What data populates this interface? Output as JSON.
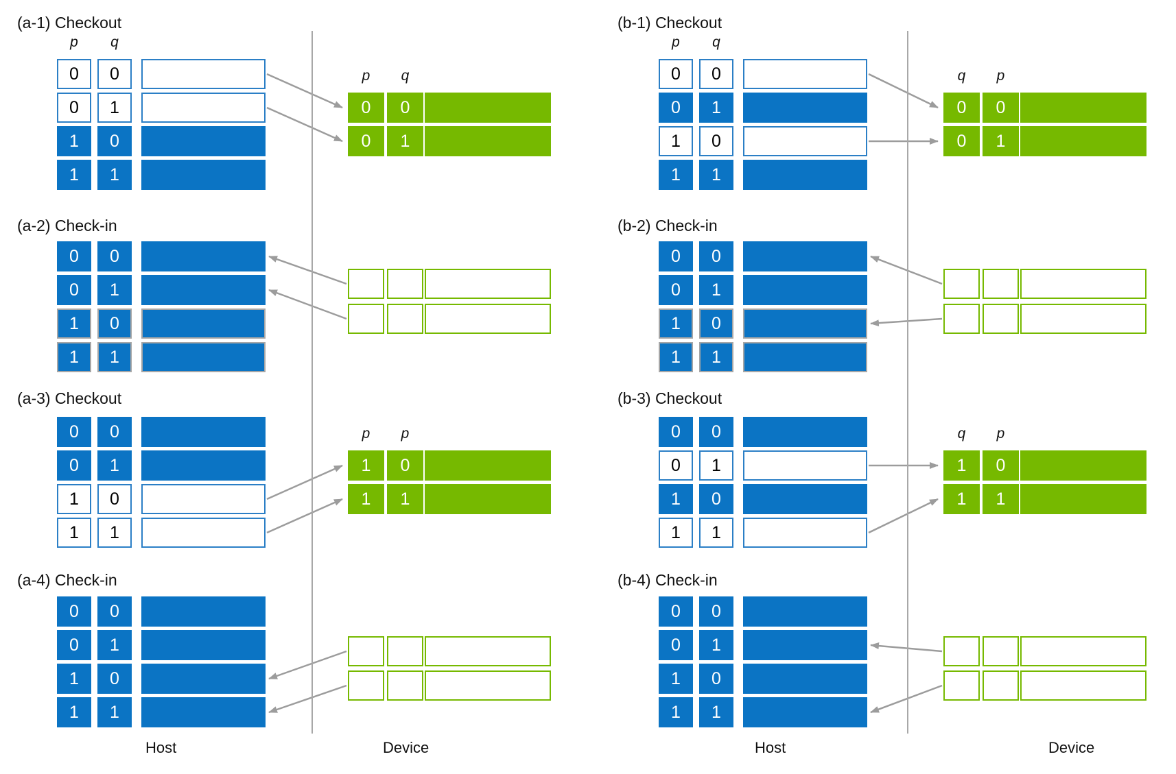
{
  "colors": {
    "blue_fill": "#0b74c4",
    "blue_border": "#2b7fc6",
    "green_fill": "#76b900",
    "green_border": "#76b900",
    "gray_border": "#a6a6a6",
    "arrow": "#9c9c9c",
    "divider": "#a8a8a8",
    "text": "#111111"
  },
  "footer": {
    "host_label": "Host",
    "device_label": "Device"
  },
  "panels": [
    {
      "id": "a-1",
      "half": "a",
      "section": 1,
      "title": "(a-1) Checkout",
      "host_headers": [
        "p",
        "q"
      ],
      "host_rows": [
        {
          "cells": [
            "0",
            "0"
          ],
          "style": "empty"
        },
        {
          "cells": [
            "0",
            "1"
          ],
          "style": "empty"
        },
        {
          "cells": [
            "1",
            "0"
          ],
          "style": "filled"
        },
        {
          "cells": [
            "1",
            "1"
          ],
          "style": "filled"
        }
      ],
      "device_headers": [
        "p",
        "q"
      ],
      "device_rows": [
        {
          "cells": [
            "0",
            "0"
          ],
          "style": "green"
        },
        {
          "cells": [
            "0",
            "1"
          ],
          "style": "green"
        }
      ],
      "arrows": [
        {
          "from": {
            "side": "host",
            "row": 0
          },
          "to": {
            "side": "device",
            "row": 0
          }
        },
        {
          "from": {
            "side": "host",
            "row": 1
          },
          "to": {
            "side": "device",
            "row": 1
          }
        }
      ]
    },
    {
      "id": "a-2",
      "half": "a",
      "section": 2,
      "title": "(a-2) Check-in",
      "host_rows": [
        {
          "cells": [
            "0",
            "0"
          ],
          "style": "filled"
        },
        {
          "cells": [
            "0",
            "1"
          ],
          "style": "filled"
        },
        {
          "cells": [
            "1",
            "0"
          ],
          "style": "filled-gray"
        },
        {
          "cells": [
            "1",
            "1"
          ],
          "style": "filled-gray"
        }
      ],
      "device_rows": [
        {
          "cells": [
            "",
            ""
          ],
          "style": "green-empty"
        },
        {
          "cells": [
            "",
            ""
          ],
          "style": "green-empty"
        }
      ],
      "arrows": [
        {
          "from": {
            "side": "device",
            "row": 0
          },
          "to": {
            "side": "host",
            "row": 0
          }
        },
        {
          "from": {
            "side": "device",
            "row": 1
          },
          "to": {
            "side": "host",
            "row": 1
          }
        }
      ]
    },
    {
      "id": "a-3",
      "half": "a",
      "section": 3,
      "title": "(a-3) Checkout",
      "host_rows": [
        {
          "cells": [
            "0",
            "0"
          ],
          "style": "filled"
        },
        {
          "cells": [
            "0",
            "1"
          ],
          "style": "filled"
        },
        {
          "cells": [
            "1",
            "0"
          ],
          "style": "empty"
        },
        {
          "cells": [
            "1",
            "1"
          ],
          "style": "empty"
        }
      ],
      "device_headers": [
        "p",
        "p"
      ],
      "device_rows": [
        {
          "cells": [
            "1",
            "0"
          ],
          "style": "green"
        },
        {
          "cells": [
            "1",
            "1"
          ],
          "style": "green"
        }
      ],
      "arrows": [
        {
          "from": {
            "side": "host",
            "row": 2
          },
          "to": {
            "side": "device",
            "row": 0
          }
        },
        {
          "from": {
            "side": "host",
            "row": 3
          },
          "to": {
            "side": "device",
            "row": 1
          }
        }
      ]
    },
    {
      "id": "a-4",
      "half": "a",
      "section": 4,
      "title": "(a-4) Check-in",
      "host_rows": [
        {
          "cells": [
            "0",
            "0"
          ],
          "style": "filled"
        },
        {
          "cells": [
            "0",
            "1"
          ],
          "style": "filled"
        },
        {
          "cells": [
            "1",
            "0"
          ],
          "style": "filled"
        },
        {
          "cells": [
            "1",
            "1"
          ],
          "style": "filled"
        }
      ],
      "device_rows": [
        {
          "cells": [
            "",
            ""
          ],
          "style": "green-empty"
        },
        {
          "cells": [
            "",
            ""
          ],
          "style": "green-empty"
        }
      ],
      "arrows": [
        {
          "from": {
            "side": "device",
            "row": 0
          },
          "to": {
            "side": "host",
            "row": 2
          }
        },
        {
          "from": {
            "side": "device",
            "row": 1
          },
          "to": {
            "side": "host",
            "row": 3
          }
        }
      ]
    },
    {
      "id": "b-1",
      "half": "b",
      "section": 1,
      "title": "(b-1) Checkout",
      "host_headers": [
        "p",
        "q"
      ],
      "host_rows": [
        {
          "cells": [
            "0",
            "0"
          ],
          "style": "empty"
        },
        {
          "cells": [
            "0",
            "1"
          ],
          "style": "filled"
        },
        {
          "cells": [
            "1",
            "0"
          ],
          "style": "empty"
        },
        {
          "cells": [
            "1",
            "1"
          ],
          "style": "filled"
        }
      ],
      "device_headers": [
        "q",
        "p"
      ],
      "device_rows": [
        {
          "cells": [
            "0",
            "0"
          ],
          "style": "green"
        },
        {
          "cells": [
            "0",
            "1"
          ],
          "style": "green"
        }
      ],
      "arrows": [
        {
          "from": {
            "side": "host",
            "row": 0
          },
          "to": {
            "side": "device",
            "row": 0
          }
        },
        {
          "from": {
            "side": "host",
            "row": 2
          },
          "to": {
            "side": "device",
            "row": 1
          }
        }
      ]
    },
    {
      "id": "b-2",
      "half": "b",
      "section": 2,
      "title": "(b-2) Check-in",
      "host_rows": [
        {
          "cells": [
            "0",
            "0"
          ],
          "style": "filled"
        },
        {
          "cells": [
            "0",
            "1"
          ],
          "style": "filled"
        },
        {
          "cells": [
            "1",
            "0"
          ],
          "style": "filled-gray"
        },
        {
          "cells": [
            "1",
            "1"
          ],
          "style": "filled-gray"
        }
      ],
      "device_rows": [
        {
          "cells": [
            "",
            ""
          ],
          "style": "green-empty"
        },
        {
          "cells": [
            "",
            ""
          ],
          "style": "green-empty"
        }
      ],
      "arrows": [
        {
          "from": {
            "side": "device",
            "row": 0
          },
          "to": {
            "side": "host",
            "row": 0
          }
        },
        {
          "from": {
            "side": "device",
            "row": 1
          },
          "to": {
            "side": "host",
            "row": 2
          }
        }
      ]
    },
    {
      "id": "b-3",
      "half": "b",
      "section": 3,
      "title": "(b-3) Checkout",
      "host_rows": [
        {
          "cells": [
            "0",
            "0"
          ],
          "style": "filled"
        },
        {
          "cells": [
            "0",
            "1"
          ],
          "style": "empty"
        },
        {
          "cells": [
            "1",
            "0"
          ],
          "style": "filled"
        },
        {
          "cells": [
            "1",
            "1"
          ],
          "style": "empty"
        }
      ],
      "device_headers": [
        "q",
        "p"
      ],
      "device_rows": [
        {
          "cells": [
            "1",
            "0"
          ],
          "style": "green"
        },
        {
          "cells": [
            "1",
            "1"
          ],
          "style": "green"
        }
      ],
      "arrows": [
        {
          "from": {
            "side": "host",
            "row": 1
          },
          "to": {
            "side": "device",
            "row": 0
          }
        },
        {
          "from": {
            "side": "host",
            "row": 3
          },
          "to": {
            "side": "device",
            "row": 1
          }
        }
      ]
    },
    {
      "id": "b-4",
      "half": "b",
      "section": 4,
      "title": "(b-4) Check-in",
      "host_rows": [
        {
          "cells": [
            "0",
            "0"
          ],
          "style": "filled"
        },
        {
          "cells": [
            "0",
            "1"
          ],
          "style": "filled"
        },
        {
          "cells": [
            "1",
            "0"
          ],
          "style": "filled"
        },
        {
          "cells": [
            "1",
            "1"
          ],
          "style": "filled"
        }
      ],
      "device_rows": [
        {
          "cells": [
            "",
            ""
          ],
          "style": "green-empty"
        },
        {
          "cells": [
            "",
            ""
          ],
          "style": "green-empty"
        }
      ],
      "arrows": [
        {
          "from": {
            "side": "device",
            "row": 0
          },
          "to": {
            "side": "host",
            "row": 1
          }
        },
        {
          "from": {
            "side": "device",
            "row": 1
          },
          "to": {
            "side": "host",
            "row": 3
          }
        }
      ]
    }
  ]
}
